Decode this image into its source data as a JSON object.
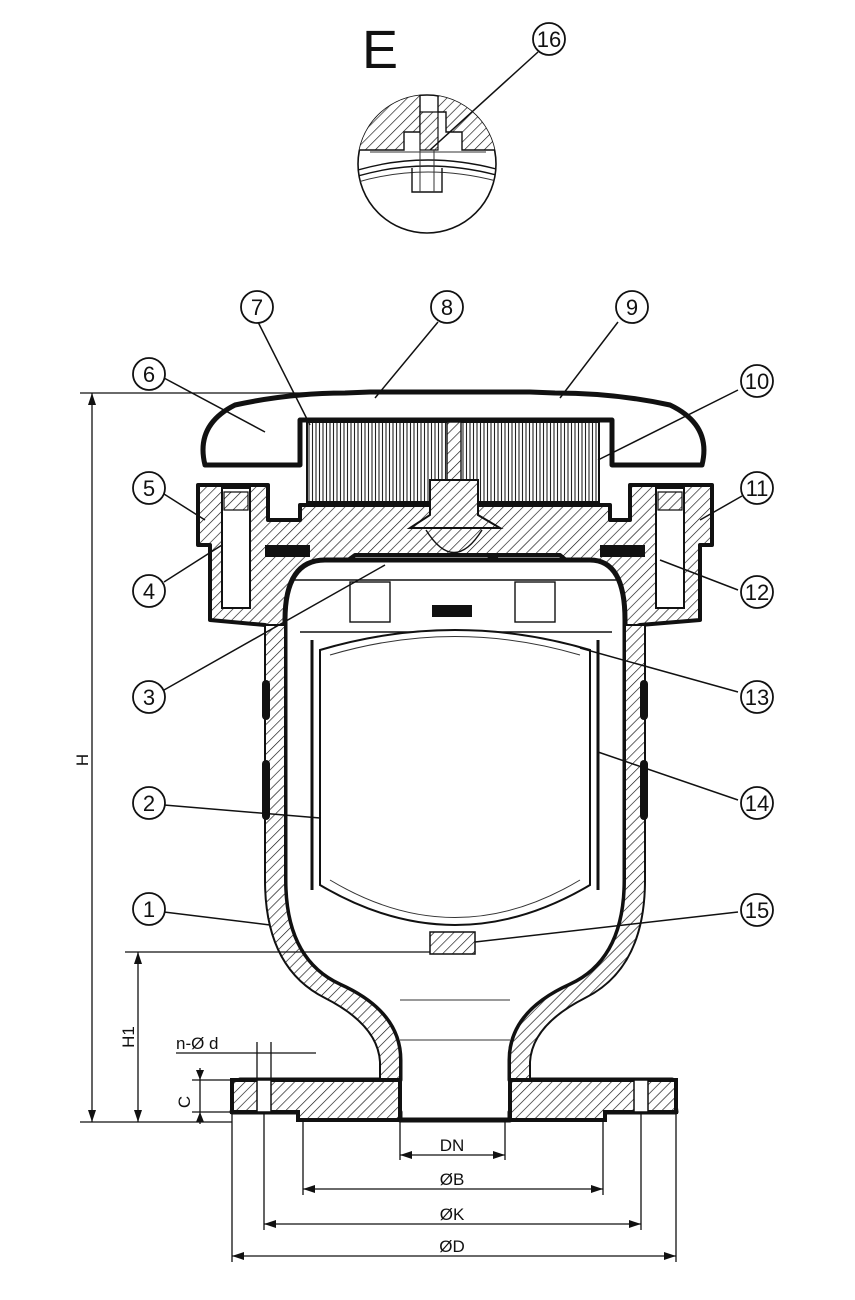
{
  "detail": {
    "label": "E",
    "callout": "16"
  },
  "section_label": "E",
  "callouts": [
    "1",
    "2",
    "3",
    "4",
    "5",
    "6",
    "7",
    "8",
    "9",
    "10",
    "11",
    "12",
    "13",
    "14",
    "15"
  ],
  "dimensions": {
    "height": "H",
    "height_flange": "H1",
    "flange_thickness": "C",
    "bolt_holes": "n-Ø d",
    "nominal": "DN",
    "raised_face": "ØB",
    "bolt_circle": "ØK",
    "outer": "ØD"
  }
}
